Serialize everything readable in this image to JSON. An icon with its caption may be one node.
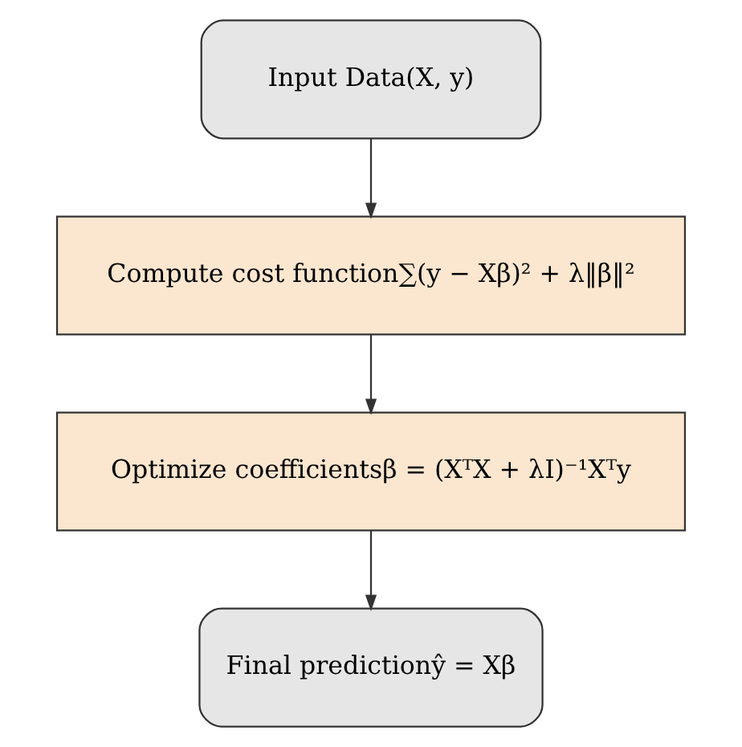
{
  "diagram": {
    "nodes": [
      {
        "text": [
          "Input Data(X, y)"
        ]
      },
      {
        "text": [
          "Compute cost function∑(y − Xβ)² + λ‖β‖²"
        ]
      },
      {
        "text": [
          "Optimize coefficientsβ = (XᵀX + λI)⁻¹Xᵀy"
        ]
      },
      {
        "text": [
          "Final predictionŷ = Xβ"
        ]
      }
    ],
    "edges": [
      {
        "from": 0,
        "to": 1,
        "arrow": "to"
      },
      {
        "from": 1,
        "to": 2,
        "arrow": "to"
      },
      {
        "from": 2,
        "to": 3,
        "arrow": "to"
      }
    ]
  }
}
